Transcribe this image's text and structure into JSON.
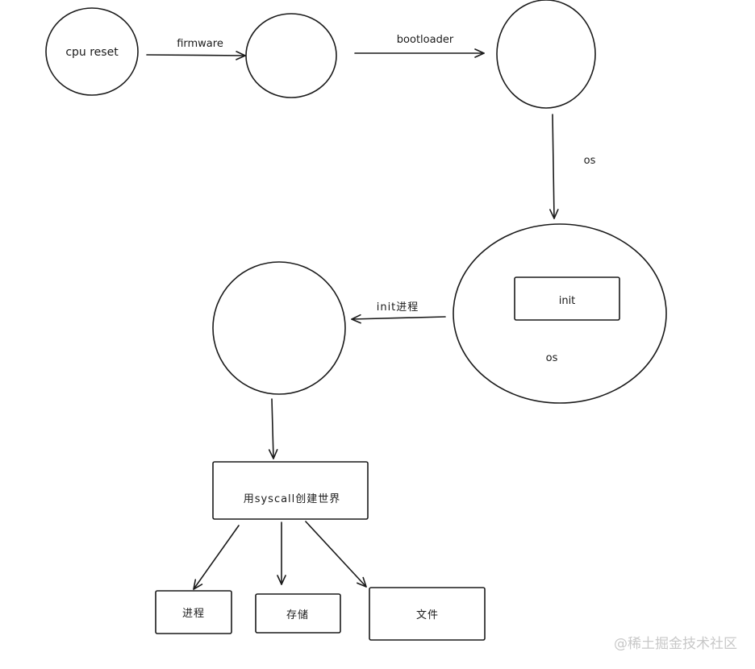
{
  "nodes": {
    "cpu_reset": "cpu reset",
    "firmware_stage": "",
    "bootloader_stage": "",
    "os_box_inner": "init",
    "os_label": "os",
    "init_process_node": "",
    "syscall_box": "用syscall创建世界",
    "process_box": "进程",
    "storage_box": "存储",
    "file_box": "文件"
  },
  "edges": {
    "firmware": "firmware",
    "bootloader": "bootloader",
    "os": "os",
    "init_process": "init进程"
  },
  "watermark": "@稀土掘金技术社区"
}
